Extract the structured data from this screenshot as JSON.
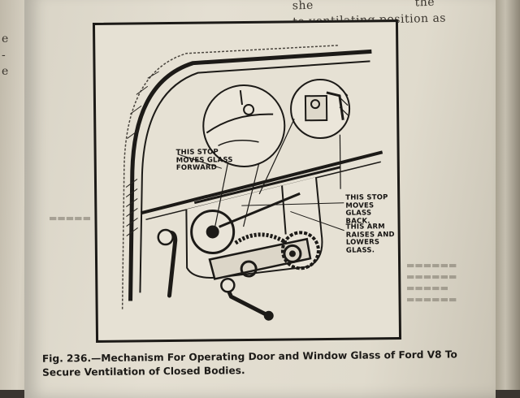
{
  "book": {
    "top_lines": [
      "she",
      "to ventilating position as"
    ],
    "top_right_fragment": "the"
  },
  "figure": {
    "callouts": {
      "stop_forward": "THIS STOP\nMOVES GLASS\nFORWARD",
      "stop_back": "THIS STOP\nMOVES GLASS\nBACK.",
      "arm": "THIS ARM\nRAISES AND\nLOWERS GLASS."
    }
  },
  "caption": {
    "label": "Fig. 236.",
    "text": "—Mechanism For Operating Door and Window Glass of Ford V8 To Secure Ventilation of Closed Bodies."
  },
  "colors": {
    "ink": "#1c1a17",
    "paper": "#e4dfd2"
  }
}
